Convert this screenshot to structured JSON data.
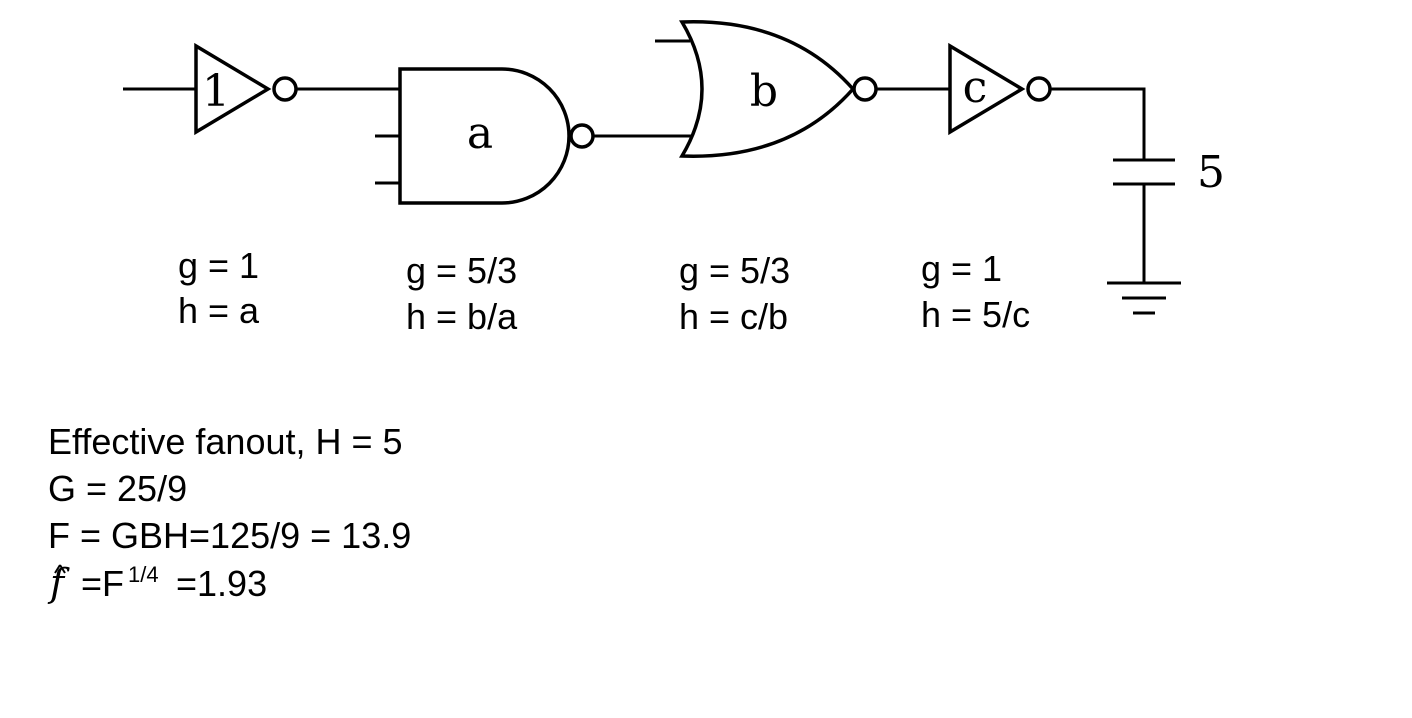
{
  "gates": [
    {
      "id": "inv1",
      "label": "1",
      "g": "g = 1",
      "h": "h = a"
    },
    {
      "id": "nand3",
      "label": "a",
      "g": "g = 5/3",
      "h": "h = b/a"
    },
    {
      "id": "nor2",
      "label": "b",
      "g": "g = 5/3",
      "h": "h = c/b"
    },
    {
      "id": "inv2",
      "label": "c",
      "g": "g = 1",
      "h": "h = 5/c"
    }
  ],
  "load": {
    "label": "5"
  },
  "calc": {
    "line1": "Effective fanout, H = 5",
    "line2": "G = 25/9",
    "line3": "F = GBH=125/9 = 13.9",
    "fhat_symbol": "f",
    "fhat_mid": "=F",
    "fhat_sup": "1/4",
    "fhat_val": "=1.93"
  }
}
